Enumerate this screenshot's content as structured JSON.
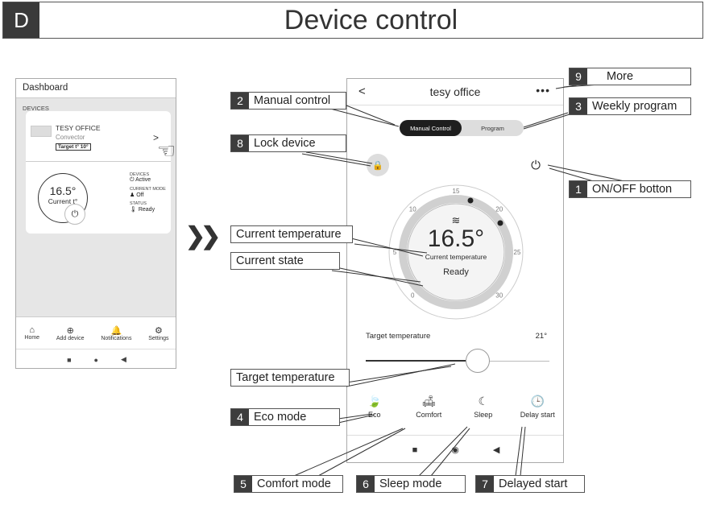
{
  "header": {
    "letter": "D",
    "title": "Device control"
  },
  "dashboard": {
    "title": "Dashboard",
    "section": "DEVICES",
    "device": {
      "name": "TESY OFFICE",
      "type": "Convector",
      "target": "Target t° 10°"
    },
    "current_temp": "16.5°",
    "current_label": "Current t°",
    "stats": [
      {
        "label": "DEVICES",
        "icon": "power-icon",
        "value": "Active"
      },
      {
        "label": "CURRENT MODE",
        "icon": "mode-icon",
        "value": "Off"
      },
      {
        "label": "STATUS",
        "icon": "thermometer-icon",
        "value": "Ready"
      }
    ],
    "nav": [
      {
        "label": "Home",
        "icon": "home-icon"
      },
      {
        "label": "Add device",
        "icon": "add-icon"
      },
      {
        "label": "Notifications",
        "icon": "bell-icon"
      },
      {
        "label": "Settings",
        "icon": "gear-icon"
      }
    ]
  },
  "control": {
    "title": "tesy office",
    "tabs": [
      "Manual Control",
      "Program"
    ],
    "active_tab": "Manual Control",
    "dial": {
      "ticks": [
        "0",
        "5",
        "10",
        "15",
        "20",
        "25",
        "30"
      ],
      "min": 0,
      "max": 30,
      "current_temp": "16.5°",
      "current_label": "Current temperature",
      "state": "Ready"
    },
    "target_label": "Target temperature",
    "target_value": "21°",
    "target_fraction": 0.5,
    "modes": [
      {
        "label": "Eco",
        "icon": "leaf-icon"
      },
      {
        "label": "Comfort",
        "icon": "sofa-icon"
      },
      {
        "label": "Sleep",
        "icon": "moon-icon"
      },
      {
        "label": "Delay start",
        "icon": "clock-icon"
      }
    ]
  },
  "callouts": [
    {
      "num": "1",
      "text": "ON/OFF botton"
    },
    {
      "num": "2",
      "text": "Manual control"
    },
    {
      "num": "3",
      "text": "Weekly program"
    },
    {
      "num": "4",
      "text": "Eco mode"
    },
    {
      "num": "5",
      "text": "Comfort mode"
    },
    {
      "num": "6",
      "text": "Sleep mode"
    },
    {
      "num": "7",
      "text": "Delayed start"
    },
    {
      "num": "8",
      "text": "Lock device"
    },
    {
      "num": "9",
      "text": "More"
    }
  ],
  "labels": {
    "current_temperature": "Current temperature",
    "current_state": "Current state",
    "target_temperature": "Target temperature"
  }
}
